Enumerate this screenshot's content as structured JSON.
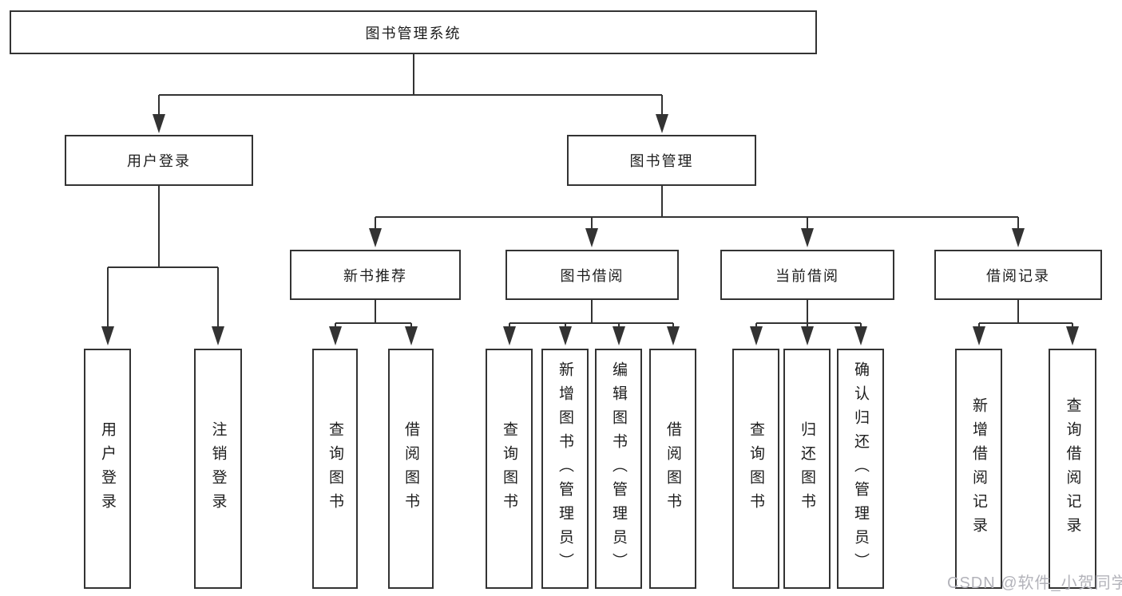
{
  "diagram_title": "图书管理系统",
  "tree": {
    "label": "图书管理系统",
    "children": [
      {
        "label": "用户登录",
        "children": [
          {
            "label": "用户登录"
          },
          {
            "label": "注销登录"
          }
        ]
      },
      {
        "label": "图书管理",
        "children": [
          {
            "label": "新书推荐",
            "children": [
              {
                "label": "查询图书"
              },
              {
                "label": "借阅图书"
              }
            ]
          },
          {
            "label": "图书借阅",
            "children": [
              {
                "label": "查询图书"
              },
              {
                "label": "新增图书（管理员）"
              },
              {
                "label": "编辑图书（管理员）"
              },
              {
                "label": "借阅图书"
              }
            ]
          },
          {
            "label": "当前借阅",
            "children": [
              {
                "label": "查询图书"
              },
              {
                "label": "归还图书"
              },
              {
                "label": "确认归还（管理员）"
              }
            ]
          },
          {
            "label": "借阅记录",
            "children": [
              {
                "label": "新增借阅记录"
              },
              {
                "label": "查询借阅记录"
              }
            ]
          }
        ]
      }
    ]
  },
  "watermark": "CSDN @软件_小贺同学",
  "colors": {
    "line": "#333333",
    "text": "#1d1d1d",
    "background": "#ffffff",
    "watermark": "#b3b3ba"
  }
}
